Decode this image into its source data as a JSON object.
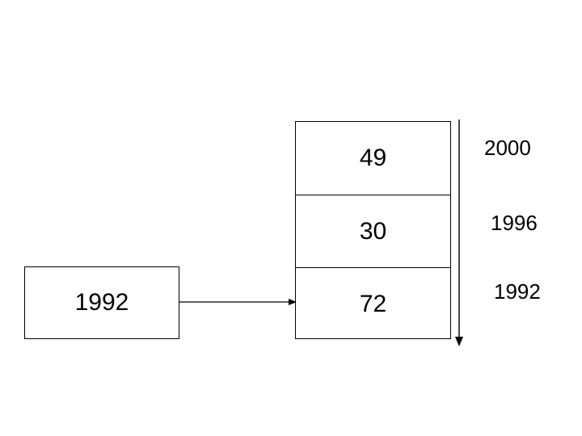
{
  "diagram": {
    "title": "",
    "background_color": "#ffffff",
    "line_color": "#000000",
    "text_color": "#000000",
    "source_box": {
      "label": "1992",
      "name": "source-box"
    },
    "connector": {
      "icon": "arrow-right-icon",
      "direction": "right"
    },
    "stack": {
      "cells": [
        {
          "value": "49",
          "position": "top"
        },
        {
          "value": "30",
          "position": "middle"
        },
        {
          "value": "72",
          "position": "bottom"
        }
      ]
    },
    "timeline": {
      "icon": "arrow-down-icon",
      "direction": "down",
      "labels": [
        {
          "text": "2000"
        },
        {
          "text": "1996"
        },
        {
          "text": "1992"
        }
      ]
    }
  },
  "chart_data": {
    "type": "bar",
    "title": "",
    "xlabel": "",
    "ylabel": "",
    "categories": [
      "1992",
      "1996",
      "2000"
    ],
    "values": [
      72,
      30,
      49
    ],
    "orientation": "stacked-column-top-to-bottom",
    "display_order_top_to_bottom": [
      "49",
      "30",
      "72"
    ],
    "year_order_top_to_bottom": [
      "2000",
      "1996",
      "1992"
    ],
    "source_label": "1992",
    "grid": false,
    "legend": "none"
  }
}
